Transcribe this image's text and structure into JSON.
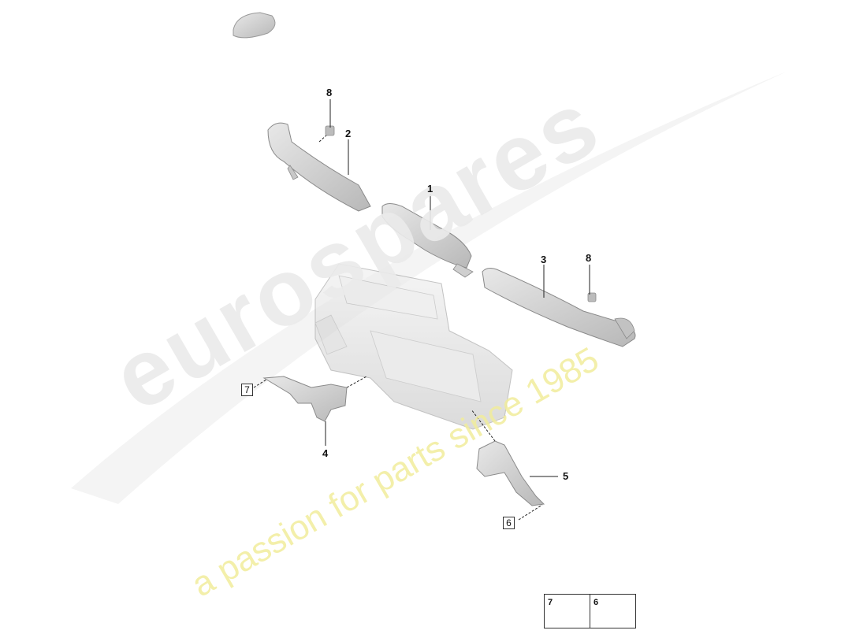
{
  "watermark": {
    "brand": "eurospares",
    "slogan": "a passion for parts since 1985"
  },
  "callouts": {
    "c1": "1",
    "c2": "2",
    "c3": "3",
    "c4": "4",
    "c5": "5",
    "c8a": "8",
    "c8b": "8",
    "box7": "7",
    "box6": "6"
  },
  "legend": {
    "item7": "7",
    "item6": "6"
  },
  "colors": {
    "part_fill": "#d9d9d9",
    "part_shade": "#b5b5b5",
    "part_outline": "#8a8a8a",
    "watermark_brand": "#eeeeee",
    "watermark_slogan": "#f3efa6"
  }
}
